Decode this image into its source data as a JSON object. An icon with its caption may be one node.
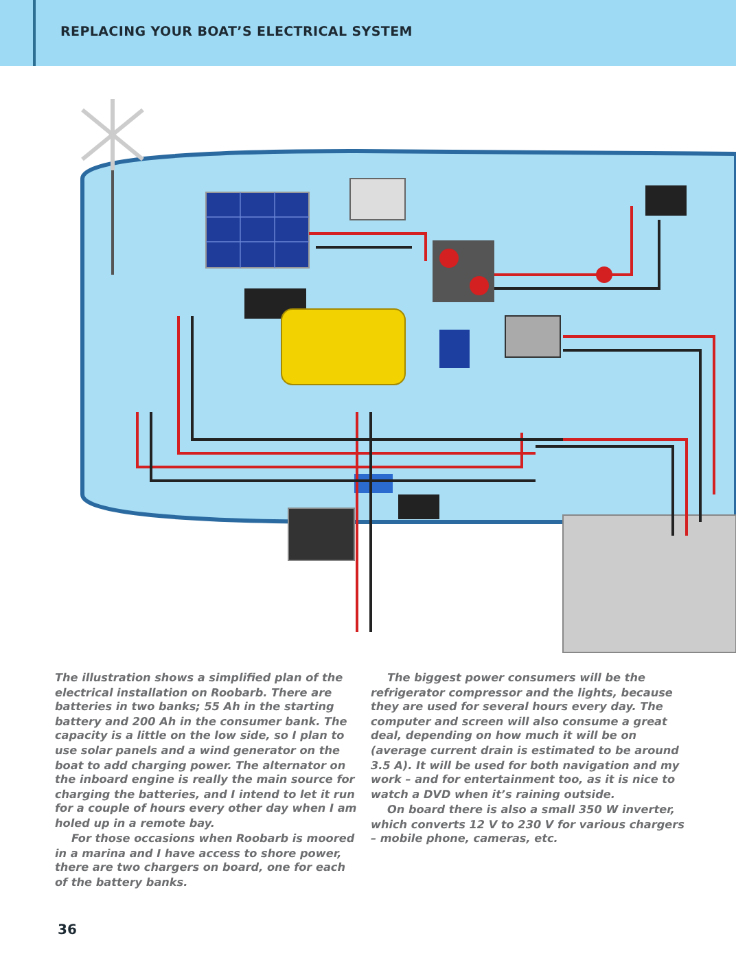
{
  "diagram": {
    "title": "REPLACING YOUR BOAT’S ELECTRICAL SYSTEM",
    "labels": [
      "The illustration shows a simplified plan of the electrical installation on Roobarb. There are batteries in two banks; 55 Ah in the starting battery and 200 Ah in the consumer bank. The capacity is a little on the low side, so I plan to use solar panels and a wind generator on the boat to add charging power. The alternator on the inboard engine is really the main source for charging the batteries, and I intend to let it run for a couple of hours every other day when I am holed up in a remote bay.",
      "For those occasions when Roobarb is moored in a marina and I have access to shore power, there are two chargers on board, one for each of the battery banks.",
      "The biggest power consumers will be the refrigerator compressor and the lights, because they are used for several hours every day. The computer and screen will also consume a great deal, depending on how much it will be on (average current drain is estimated to be around 3.5 A). It will be used for both navigation and my work – and for entertainment too, as it is nice to watch a DVD when it’s raining outside.",
      "On board there is also a small 350 W inverter, which converts 12 V to 230 V for various chargers – mobile phone, cameras, etc.",
      "36"
    ]
  }
}
